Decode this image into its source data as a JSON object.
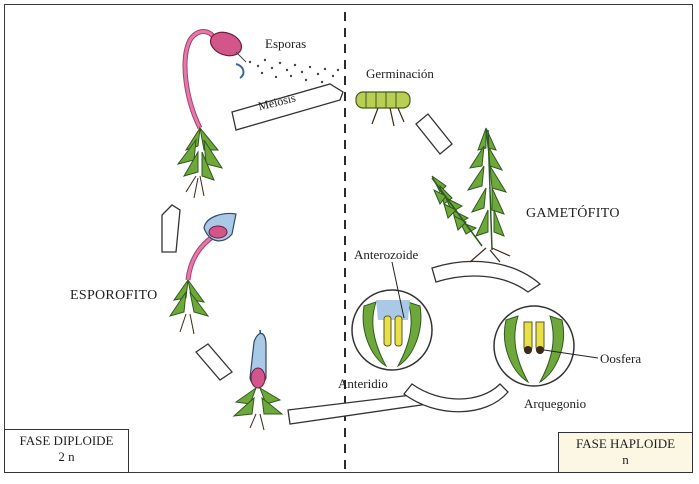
{
  "labels": {
    "esporas": "Esporas",
    "meiosis": "Meiosis",
    "germinacion": "Germinación",
    "gametofito": "GAMETÓFITO",
    "anterozoide": "Anterozoide",
    "esporofito": "ESPOROFITO",
    "oosfera": "Oosfera",
    "anteridio": "Anteridio",
    "arquegonio": "Arquegonio"
  },
  "phases": {
    "diploid": {
      "title": "FASE DIPLOIDE",
      "ploidy": "2 n"
    },
    "haploid": {
      "title": "FASE HAPLOIDE",
      "ploidy": "n"
    }
  },
  "colors": {
    "leaf": "#6fa83a",
    "leaf_dark": "#2f5a1e",
    "seta": "#e07aa6",
    "capsule": "#d2568a",
    "calyptra": "#a9c9e6",
    "yellow": "#e8df4a"
  }
}
